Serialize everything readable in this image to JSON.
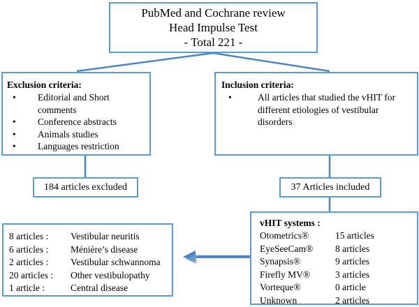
{
  "colors": {
    "border": "#5b9bd5",
    "connector": "#4a86c5",
    "arrow": "#4a86c5",
    "background": "#ffffff",
    "text": "#000000"
  },
  "top": {
    "line1": "PubMed and Cochrane review",
    "line2": "Head Impulse Test",
    "line3": "- Total 221 -"
  },
  "exclusion": {
    "title": "Exclusion criteria:",
    "bullet": "•",
    "items": [
      "Editorial and Short comments",
      "Conference abstracts",
      "Animals studies",
      "Languages restriction"
    ]
  },
  "inclusion": {
    "title": "Inclusion criteria:",
    "bullet": "•",
    "items": [
      "All articles that studied the vHIT for different etiologies of vestibular disorders"
    ]
  },
  "excluded_result": {
    "label": "184 articles excluded"
  },
  "included_result": {
    "label": "37 Articles included"
  },
  "diagnoses": {
    "rows": [
      {
        "count": "8 articles :",
        "label": "Vestibular neuritis"
      },
      {
        "count": "6 articles  :",
        "label": "Ménière’s disease"
      },
      {
        "count": "2 articles :",
        "label": "Vestibular schwannoma"
      },
      {
        "count": "20 articles :",
        "label": "Other vestibulopathy"
      },
      {
        "count": "1 article :",
        "label": "Central disease"
      }
    ]
  },
  "vhit_systems": {
    "title": "vHIT  systems :",
    "rows": [
      {
        "name": "Otometrics®",
        "count": "15 articles"
      },
      {
        "name": "EyeSeeCam®",
        "count": "8  articles"
      },
      {
        "name": "Synapsis®",
        "count": "9  articles"
      },
      {
        "name": "Firefly MV®",
        "count": "3  articles"
      },
      {
        "name": "Vorteque®",
        "count": "0  article"
      },
      {
        "name": "Unknown",
        "count": "2  articles"
      }
    ]
  },
  "chart_data": {
    "type": "table",
    "title": "PubMed and Cochrane review — Head Impulse Test flow diagram",
    "total_records": 221,
    "excluded": 184,
    "included": 37,
    "diagnosis_distribution": {
      "categories": [
        "Vestibular neuritis",
        "Ménière’s disease",
        "Vestibular schwannoma",
        "Other vestibulopathy",
        "Central disease"
      ],
      "values": [
        8,
        6,
        2,
        20,
        1
      ]
    },
    "system_distribution": {
      "categories": [
        "Otometrics®",
        "EyeSeeCam®",
        "Synapsis®",
        "Firefly MV®",
        "Vorteque®",
        "Unknown"
      ],
      "values": [
        15,
        8,
        9,
        3,
        0,
        2
      ]
    }
  }
}
